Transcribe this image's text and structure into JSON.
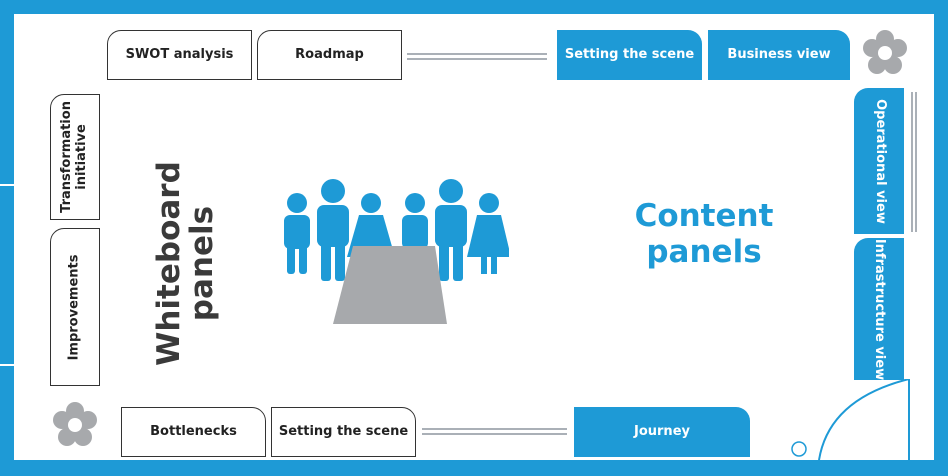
{
  "top_whiteboard": [
    "SWOT analysis",
    "Roadmap"
  ],
  "top_content": [
    "Setting the scene",
    "Business view"
  ],
  "left_whiteboard": [
    "Transformation\ninitiative",
    "Improvements"
  ],
  "right_content": [
    "Operational view",
    "Infrastructure view"
  ],
  "bottom_whiteboard": [
    "Bottlenecks",
    "Setting the scene"
  ],
  "bottom_content": [
    "Journey"
  ],
  "center_label": "Whiteboard\npanels",
  "content_label": "Content\npanels",
  "colors": {
    "accent": "#1e9ad6",
    "table": "#a7a9ac",
    "text_dark": "#3a3a3a",
    "flower": "#a7a9ac"
  },
  "icons": {
    "flower_top_right": "flower-icon",
    "flower_bottom_left": "flower-icon",
    "people": "people-group-icon",
    "table": "meeting-table-icon",
    "door": "door-icon"
  }
}
